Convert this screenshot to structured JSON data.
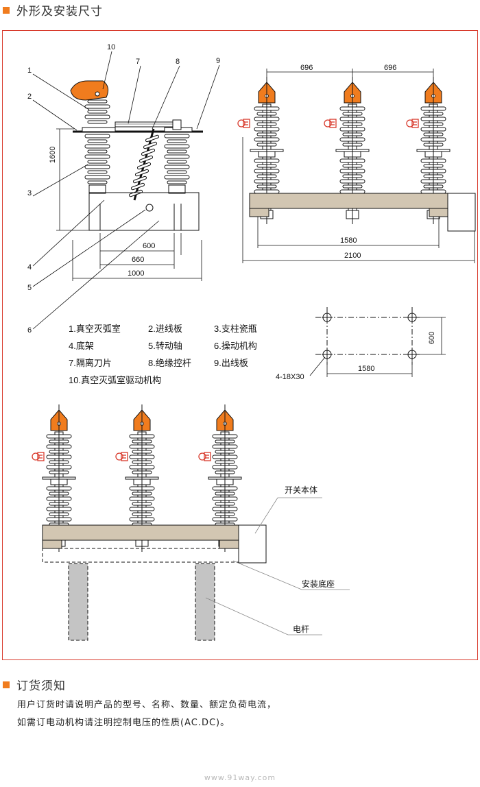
{
  "sections": {
    "dimensions_title": "外形及安装尺寸",
    "ordering_title": "订货须知"
  },
  "front_view": {
    "callouts": [
      "10",
      "7",
      "8",
      "9",
      "1",
      "2",
      "3",
      "4",
      "5",
      "6"
    ],
    "dims": {
      "height": "1600",
      "d600": "600",
      "d660": "660",
      "d1000": "1000"
    }
  },
  "side_view": {
    "dims": {
      "spacing_left": "696",
      "spacing_right": "696",
      "d1580": "1580",
      "d2100": "2100"
    }
  },
  "legend": {
    "row1": [
      "1.真空灭弧室",
      "2.进线板",
      "3.支柱瓷瓶"
    ],
    "row2": [
      "4.底架",
      "5.转动轴",
      "6.操动机构"
    ],
    "row3": [
      "7.隔离刀片",
      "8.绝缘控杆",
      "9.出线板"
    ],
    "row4": "10.真空灭弧室驱动机构"
  },
  "mount_holes": {
    "holes_label": "4-18X30",
    "v600": "600",
    "h1580": "1580"
  },
  "install_view": {
    "switch_body": "开关本体",
    "mount_base": "安装底座",
    "pole": "电杆"
  },
  "ordering": {
    "line1": "用户订货时请说明产品的型号、名称、数量、额定负荷电流，",
    "line2": "如需订电动机构请注明控制电压的性质(AC.DC)。"
  },
  "footer": "www.91way.com",
  "colors": {
    "accent": "#f07c1e",
    "frame": "#d8392b",
    "base": "#d2c6b2",
    "pole": "#c4c4c4"
  }
}
